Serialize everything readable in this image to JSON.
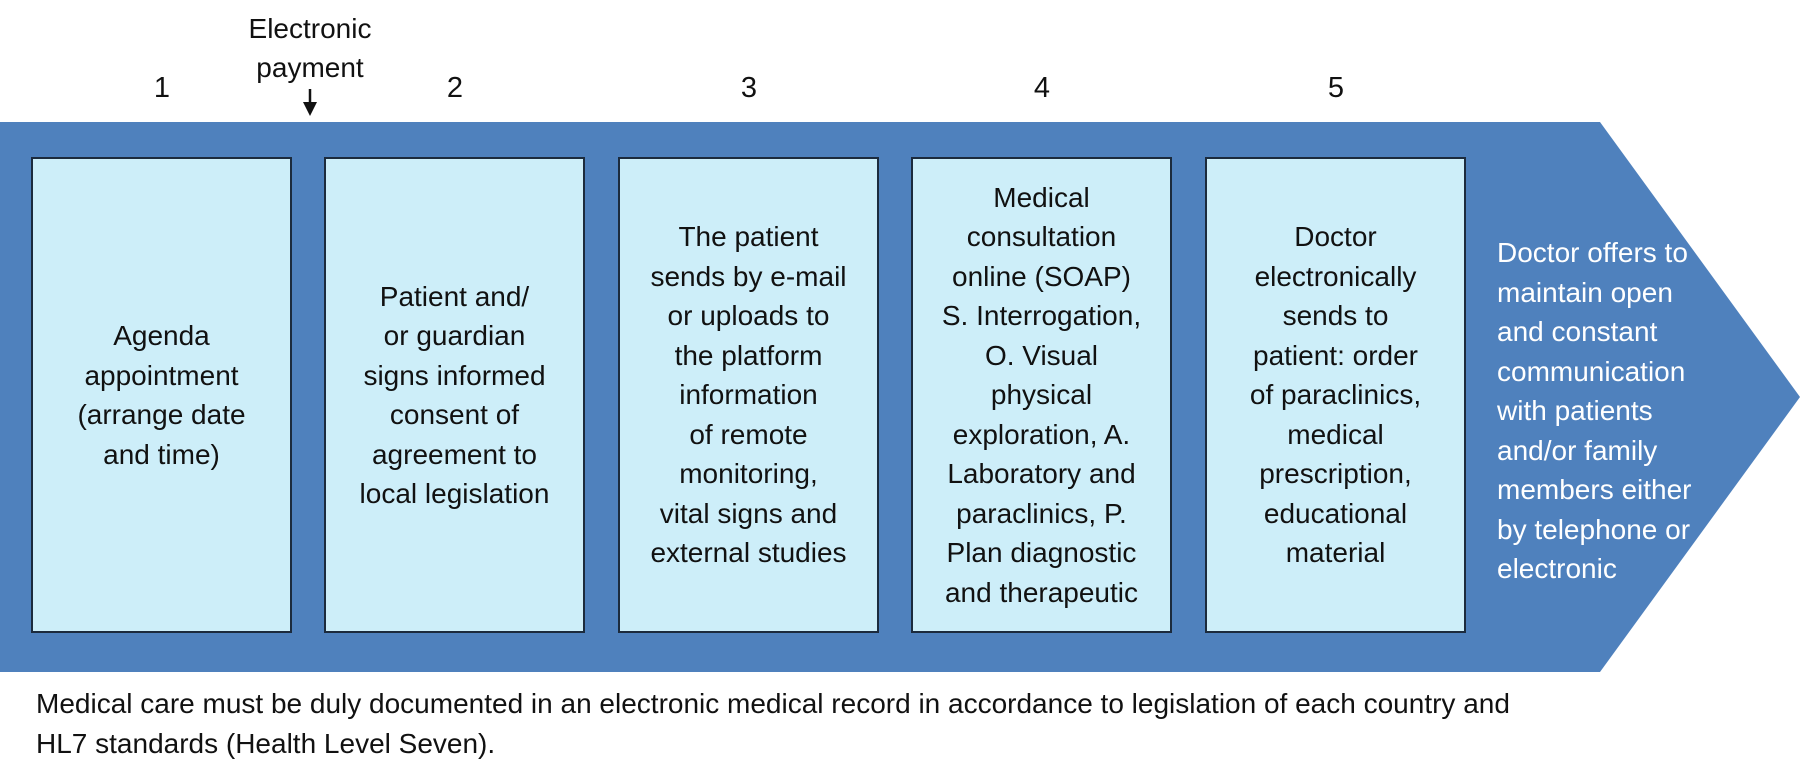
{
  "colors": {
    "band": "#4f81bd",
    "box_fill": "#cdeef9",
    "box_border": "#1c2b3d",
    "text": "#111111",
    "final_text": "#ffffff"
  },
  "payment": {
    "label": "Electronic\npayment",
    "icon": "down-arrow-icon"
  },
  "steps": [
    {
      "number": "1",
      "text": "Agenda\nappointment\n(arrange date\nand time)"
    },
    {
      "number": "2",
      "text": "Patient and/\nor guardian\nsigns informed\nconsent of\nagreement to\nlocal legislation"
    },
    {
      "number": "3",
      "text": "The patient\nsends by e-mail\nor uploads to\nthe platform\ninformation\nof remote\nmonitoring,\nvital signs and\nexternal studies"
    },
    {
      "number": "4",
      "text": "Medical\nconsultation\nonline (SOAP)\nS. Interrogation,\nO. Visual\nphysical\nexploration, A.\nLaboratory and\nparaclinics, P.\nPlan diagnostic\nand therapeutic"
    },
    {
      "number": "5",
      "text": "Doctor\nelectronically\nsends to\npatient: order\nof paraclinics,\nmedical\nprescription,\neducational\nmaterial"
    }
  ],
  "final": {
    "text": "Doctor offers to\nmaintain open\nand constant\ncommunication\nwith patients\nand/or family\nmembers either\nby telephone or\nelectronic"
  },
  "footnote": "Medical care must be duly documented in an electronic medical record in accordance to legislation of each country and\nHL7 standards (Health Level Seven)."
}
